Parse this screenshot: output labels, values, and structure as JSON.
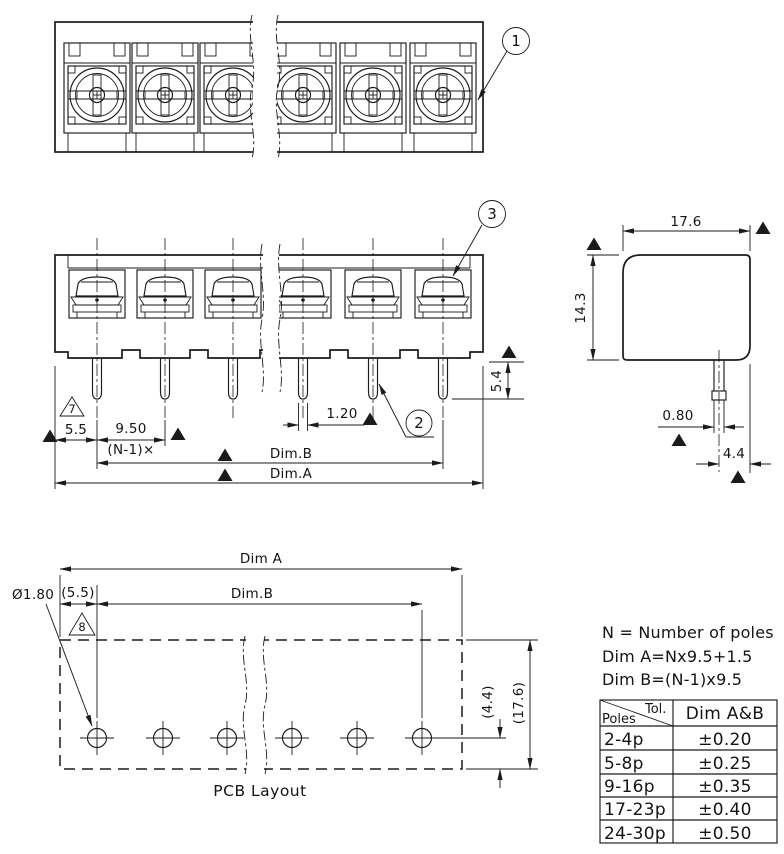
{
  "drawing": {
    "callouts": {
      "c1": "1",
      "c2": "2",
      "c3": "3"
    },
    "flag_notes": {
      "f7": "7",
      "f8": "8"
    },
    "front_view": {
      "dims": {
        "end_offset": "5.5",
        "pitch": "9.50",
        "pitch_multiplier": "(N-1)×",
        "pin_width": "1.20",
        "pin_length": "5.4",
        "dim_b": "Dim.B",
        "dim_a": "Dim.A"
      }
    },
    "side_view": {
      "dims": {
        "width": "17.6",
        "height": "14.3",
        "pin_thickness": "0.80",
        "pin_offset": "4.4"
      }
    },
    "pcb_layout": {
      "caption": "PCB Layout",
      "dims": {
        "dim_a": "Dim A",
        "dim_b": "Dim.B",
        "hole_dia": "Ø1.80",
        "end_offset": "(5.5)",
        "row_offset": "(4.4)",
        "depth": "(17.6)"
      }
    },
    "notes": {
      "line1": "N = Number of poles",
      "line2": "Dim A=Nx9.5+1.5",
      "line3": "Dim B=(N-1)x9.5"
    },
    "tolerance_table": {
      "header": {
        "tol": "Tol.",
        "poles": "Poles",
        "col2": "Dim A&B"
      },
      "rows": [
        {
          "poles": "2-4p",
          "tol": "±0.20"
        },
        {
          "poles": "5-8p",
          "tol": "±0.25"
        },
        {
          "poles": "9-16p",
          "tol": "±0.35"
        },
        {
          "poles": "17-23p",
          "tol": "±0.40"
        },
        {
          "poles": "24-30p",
          "tol": "±0.50"
        }
      ]
    }
  }
}
